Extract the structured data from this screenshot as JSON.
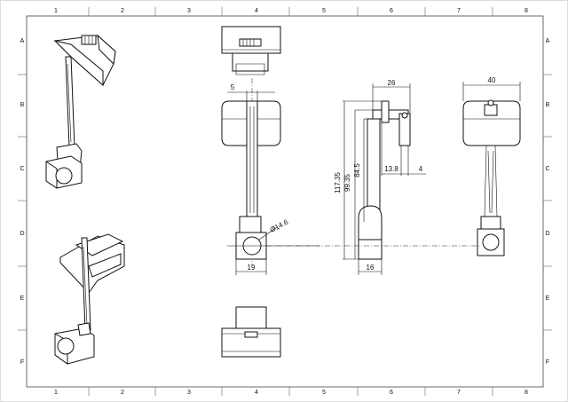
{
  "sheet": {
    "columns": [
      "1",
      "2",
      "3",
      "4",
      "5",
      "6",
      "7",
      "8"
    ],
    "rows": [
      "A",
      "B",
      "C",
      "D",
      "E",
      "F"
    ]
  },
  "dimensions": {
    "top_width": "5",
    "base_width": "19",
    "hole_diameter": "Ø14.6",
    "side_depth": "26",
    "height_total": "117.35",
    "height_mid": "99.35",
    "height_arm": "84.5",
    "offset_a": "13.8",
    "offset_b": "4",
    "side_base": "16",
    "right_width": "40"
  }
}
